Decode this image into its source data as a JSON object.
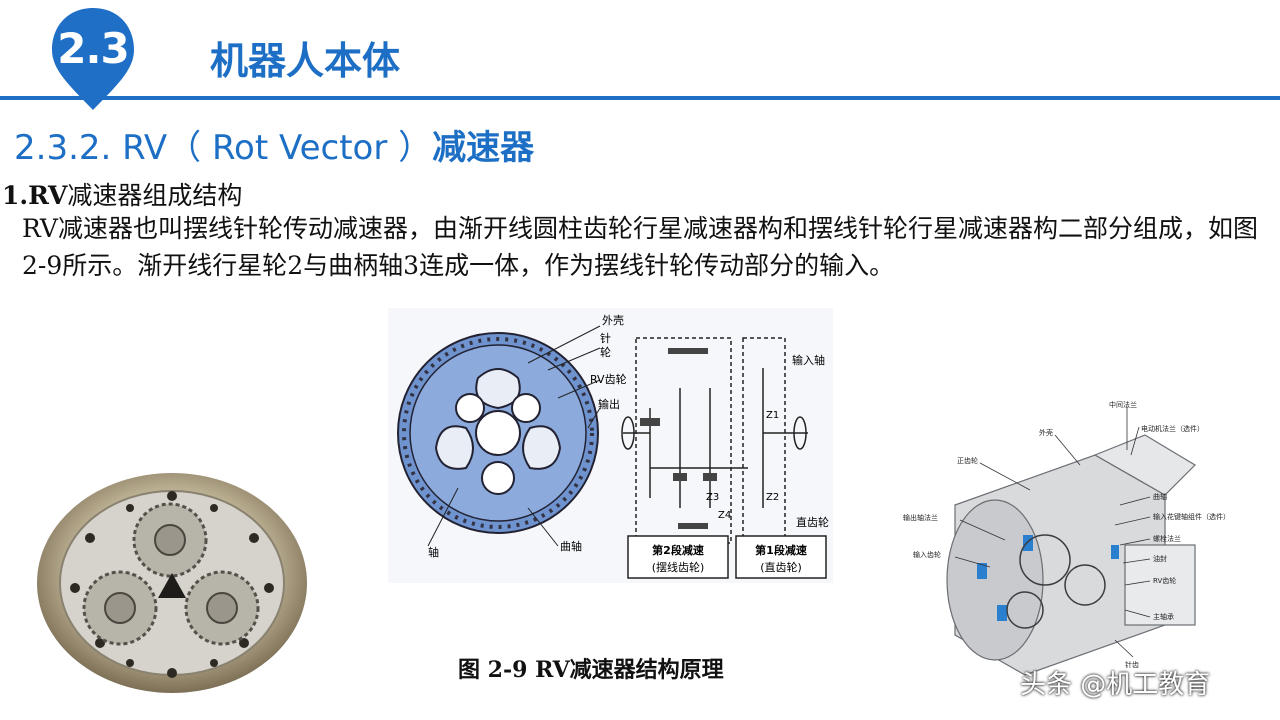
{
  "header": {
    "section_number": "2.3",
    "section_title": "机器人本体",
    "accent_color": "#1f6fc6"
  },
  "subsection": {
    "title_prefix": "2.3.2. RV（ Rot Vector ）",
    "title_suffix": "减速器"
  },
  "point": {
    "number": "1.RV",
    "heading": "减速器组成结构"
  },
  "body_text": "RV减速器也叫摆线针轮传动减速器，由渐开线圆柱齿轮行星减速器构和摆线针轮行星减速器构二部分组成，如图 2-9所示。渐开线行星轮2与曲柄轴3连成一体，作为摆线针轮传动部分的输入。",
  "schematic_labels": {
    "outer_case": "外壳",
    "pin_gear_1": "针",
    "pin_gear_2": "轮",
    "rv_gear": "RV齿轮",
    "output": "输出",
    "input_shaft": "输入轴",
    "z1": "Z1",
    "z2": "Z2",
    "z3": "Z3",
    "z4": "Z4",
    "spur_gear": "直齿轮",
    "shaft": "轴",
    "crankshaft": "曲轴",
    "stage2_title": "第2段减速",
    "stage2_sub": "(摆线齿轮)",
    "stage1_title": "第1段减速",
    "stage1_sub": "(直齿轮)"
  },
  "exploded_labels": {
    "middle_flange": "中间法兰",
    "motor_flange": "电动机法兰（选件）",
    "housing": "外壳",
    "spur_gear": "正齿轮",
    "crankshaft": "曲轴",
    "output_flange": "输出轴法兰",
    "spline_input": "输入花键轴组件（选件）",
    "bolt_flange": "螺栓法兰",
    "input_gear": "输入齿轮",
    "oil_seal": "油封",
    "rv_gear": "RV齿轮",
    "main_bearing": "主轴承",
    "pin_gear": "针齿"
  },
  "figure_caption": "图 2-9  RV减速器结构原理",
  "watermark": "头条 @机工教育"
}
